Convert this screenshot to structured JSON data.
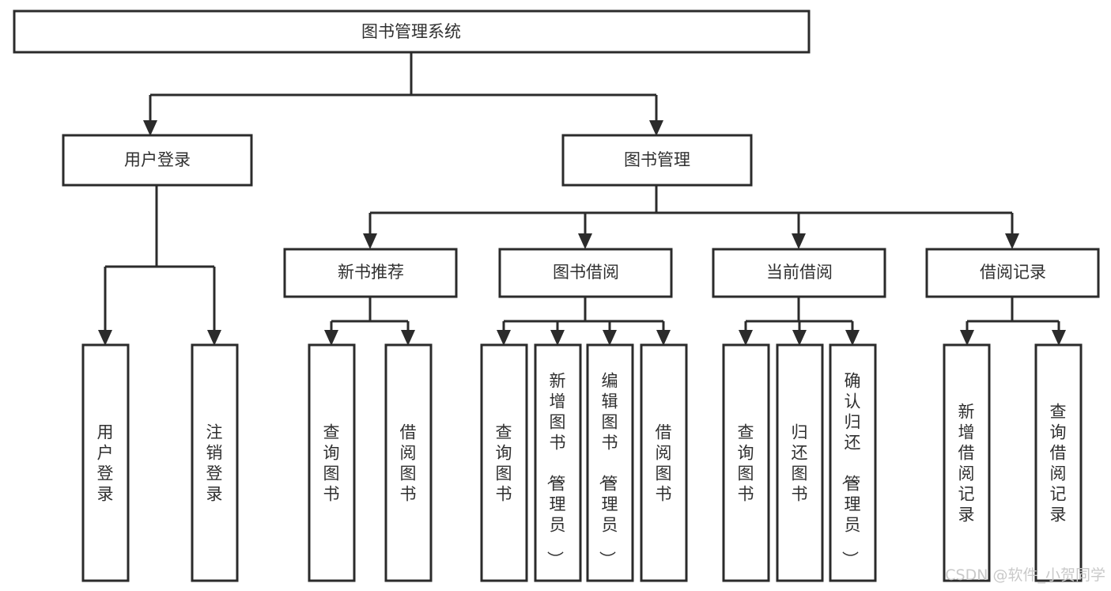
{
  "diagram": {
    "title": "图书管理系统",
    "type": "tree-hierarchy-chart",
    "root": {
      "id": "root",
      "label": "图书管理系统"
    },
    "level1": [
      {
        "id": "user-login",
        "label": "用户登录"
      },
      {
        "id": "book-management",
        "label": "图书管理"
      }
    ],
    "level2": [
      {
        "id": "new-book-recommend",
        "label": "新书推荐",
        "parent": "book-management"
      },
      {
        "id": "book-borrow",
        "label": "图书借阅",
        "parent": "book-management"
      },
      {
        "id": "current-borrow",
        "label": "当前借阅",
        "parent": "book-management"
      },
      {
        "id": "borrow-record",
        "label": "借阅记录",
        "parent": "book-management"
      }
    ],
    "leaves": {
      "user-login": [
        {
          "id": "leaf-user-login",
          "label": "用户登录"
        },
        {
          "id": "leaf-logout-login",
          "label": "注销登录"
        }
      ],
      "new-book-recommend": [
        {
          "id": "leaf-query-book-1",
          "label": "查询图书"
        },
        {
          "id": "leaf-borrow-book-1",
          "label": "借阅图书"
        }
      ],
      "book-borrow": [
        {
          "id": "leaf-query-book-2",
          "label": "查询图书"
        },
        {
          "id": "leaf-add-book",
          "label": "新增图书（管理员）"
        },
        {
          "id": "leaf-edit-book",
          "label": "编辑图书（管理员）"
        },
        {
          "id": "leaf-borrow-book-2",
          "label": "借阅图书"
        }
      ],
      "current-borrow": [
        {
          "id": "leaf-query-book-3",
          "label": "查询图书"
        },
        {
          "id": "leaf-return-book",
          "label": "归还图书"
        },
        {
          "id": "leaf-confirm-return",
          "label": "确认归还（管理员）"
        }
      ],
      "borrow-record": [
        {
          "id": "leaf-add-borrow-record",
          "label": "新增借阅记录"
        },
        {
          "id": "leaf-query-borrow-record",
          "label": "查询借阅记录"
        }
      ]
    }
  },
  "watermark": {
    "text": "CSDN @软件_小贺同学"
  },
  "colors": {
    "stroke": "#2b2b2b",
    "box_fill": "#ffffff",
    "text": "#303030",
    "watermark": "#c9c9c9",
    "background": "#ffffff"
  }
}
